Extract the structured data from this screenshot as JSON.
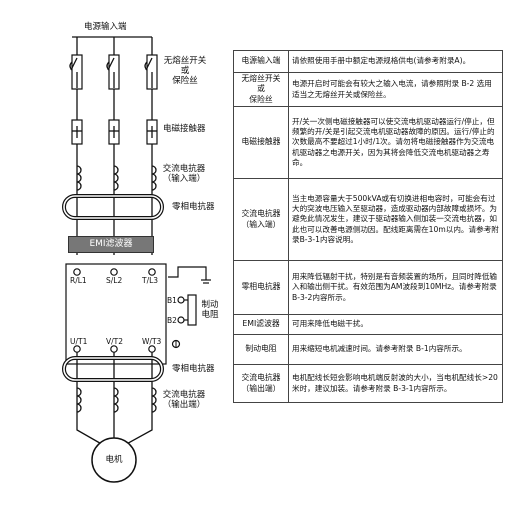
{
  "diagram": {
    "power_input": "电源输入端",
    "breaker_label": [
      "无熔丝开关",
      "或",
      "保险丝"
    ],
    "contactor_label": "电磁接触器",
    "ac_reactor_in_label": [
      "交流电抗器",
      "（输入端）"
    ],
    "zero_phase_label_1": "零相电抗器",
    "emi_filter": "EMI滤波器",
    "terminals_in": [
      "R/L1",
      "S/L2",
      "T/L3"
    ],
    "brake_terminals": [
      "B1",
      "B2"
    ],
    "brake_label": [
      "制动",
      "电阻"
    ],
    "terminals_out": [
      "U/T1",
      "V/T2",
      "W/T3"
    ],
    "zero_phase_label_2": "零相电抗器",
    "ac_reactor_out_label": [
      "交流电抗器",
      "（输出端）"
    ],
    "motor": "电机"
  },
  "table": [
    {
      "name": "电源输入端",
      "desc": "请依照使用手册中额定电源规格供电(请参考附录A)。"
    },
    {
      "name": "无熔丝开关\n或\n保险丝",
      "desc": "电源开启时可能会有较大之输入电流，请参照附录 B-2 选用适当之无熔丝开关或保险丝。"
    },
    {
      "name": "电磁接触器",
      "desc": "开/关一次侧电磁接触器可以使交流电机驱动器运行/停止，但频繁的开/关是引起交流电机驱动器故障的原因。运行/停止的次数最高不要超过1小时/1次。请勿将电磁接触器作为交流电机驱动器之电源开关，因为其将会降低交流电机驱动器之寿命。"
    },
    {
      "name": "交流电抗器\n（输入端）",
      "desc": "当主电源容量大于500kVA或有切换进相电容时，可能会有过大的突波电压输入至驱动器，造成驱动器内部故障或损坏。为避免此情况发生，建议于驱动器输入侧加装一交流电抗器，如此也可以改善电源侧功因。配线距离需在10m以内。请参考附录B-3-1内容说明。"
    },
    {
      "name": "零相电抗器",
      "desc": "用来降低辐射干扰，特别是有音频装置的场所，且同时降低输入和输出侧干扰。有效范围为AM波段到10MHz。请参考附录 B-3-2内容所示。"
    },
    {
      "name": "EMI滤波器",
      "desc": "可用来降低电磁干扰。"
    },
    {
      "name": "制动电阻",
      "desc": "用来缩短电机减速时间。请参考附录 B-1内容所示。"
    },
    {
      "name": "交流电抗器\n（输出端）",
      "desc": "电机配线长短会影响电机端反射波的大小，当电机配线长>20米时，建议加装。请参考附录 B-3-1内容所示。"
    }
  ]
}
